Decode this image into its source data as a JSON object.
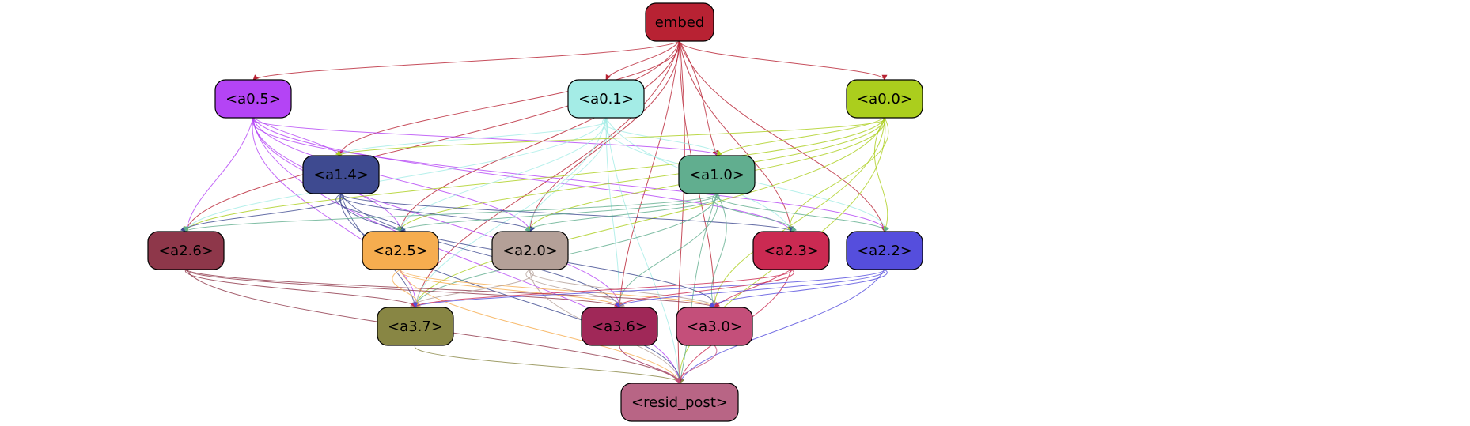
{
  "nodes": [
    {
      "id": "embed",
      "label": "embed",
      "fill": "#b82233",
      "text": "#000000"
    },
    {
      "id": "a0_5",
      "label": "<a0.5>",
      "fill": "#b444f5",
      "text": "#000000"
    },
    {
      "id": "a0_1",
      "label": "<a0.1>",
      "fill": "#a4ece6",
      "text": "#000000"
    },
    {
      "id": "a0_0",
      "label": "<a0.0>",
      "fill": "#abce1d",
      "text": "#000000"
    },
    {
      "id": "a1_4",
      "label": "<a1.4>",
      "fill": "#3e4a90",
      "text": "#000000"
    },
    {
      "id": "a1_0",
      "label": "<a1.0>",
      "fill": "#61ae8f",
      "text": "#000000"
    },
    {
      "id": "a2_6",
      "label": "<a2.6>",
      "fill": "#8e374a",
      "text": "#000000"
    },
    {
      "id": "a2_5",
      "label": "<a2.5>",
      "fill": "#f6ad4f",
      "text": "#000000"
    },
    {
      "id": "a2_0",
      "label": "<a2.0>",
      "fill": "#b4a098",
      "text": "#000000"
    },
    {
      "id": "a2_3",
      "label": "<a2.3>",
      "fill": "#cb2a52",
      "text": "#000000"
    },
    {
      "id": "a2_2",
      "label": "<a2.2>",
      "fill": "#554edd",
      "text": "#000000"
    },
    {
      "id": "a3_7",
      "label": "<a3.7>",
      "fill": "#888644",
      "text": "#000000"
    },
    {
      "id": "a3_6",
      "label": "<a3.6>",
      "fill": "#a02858",
      "text": "#000000"
    },
    {
      "id": "a3_0",
      "label": "<a3.0>",
      "fill": "#c44f7a",
      "text": "#000000"
    },
    {
      "id": "resid_post",
      "label": "<resid_post>",
      "fill": "#b86585",
      "text": "#000000"
    }
  ],
  "edges": [
    {
      "from": "embed",
      "to": "a0_5"
    },
    {
      "from": "embed",
      "to": "a0_1"
    },
    {
      "from": "embed",
      "to": "a0_0"
    },
    {
      "from": "embed",
      "to": "a1_4"
    },
    {
      "from": "embed",
      "to": "a1_0"
    },
    {
      "from": "embed",
      "to": "a2_6"
    },
    {
      "from": "embed",
      "to": "a2_5"
    },
    {
      "from": "embed",
      "to": "a2_0"
    },
    {
      "from": "embed",
      "to": "a2_3"
    },
    {
      "from": "embed",
      "to": "a2_2"
    },
    {
      "from": "embed",
      "to": "a3_7"
    },
    {
      "from": "embed",
      "to": "a3_6"
    },
    {
      "from": "embed",
      "to": "a3_0"
    },
    {
      "from": "embed",
      "to": "resid_post"
    },
    {
      "from": "a0_5",
      "to": "a1_4"
    },
    {
      "from": "a0_5",
      "to": "a1_0"
    },
    {
      "from": "a0_5",
      "to": "a2_6"
    },
    {
      "from": "a0_5",
      "to": "a2_5"
    },
    {
      "from": "a0_5",
      "to": "a2_0"
    },
    {
      "from": "a0_5",
      "to": "a2_3"
    },
    {
      "from": "a0_5",
      "to": "a2_2"
    },
    {
      "from": "a0_5",
      "to": "a3_7"
    },
    {
      "from": "a0_5",
      "to": "a3_6"
    },
    {
      "from": "a0_5",
      "to": "resid_post"
    },
    {
      "from": "a0_1",
      "to": "a1_4"
    },
    {
      "from": "a0_1",
      "to": "a1_0"
    },
    {
      "from": "a0_1",
      "to": "a2_6"
    },
    {
      "from": "a0_1",
      "to": "a2_5"
    },
    {
      "from": "a0_1",
      "to": "a2_0"
    },
    {
      "from": "a0_1",
      "to": "a2_3"
    },
    {
      "from": "a0_1",
      "to": "a2_2"
    },
    {
      "from": "a0_1",
      "to": "a3_7"
    },
    {
      "from": "a0_1",
      "to": "a3_6"
    },
    {
      "from": "a0_1",
      "to": "resid_post"
    },
    {
      "from": "a0_0",
      "to": "a1_4"
    },
    {
      "from": "a0_0",
      "to": "a1_0"
    },
    {
      "from": "a0_0",
      "to": "a2_6"
    },
    {
      "from": "a0_0",
      "to": "a2_5"
    },
    {
      "from": "a0_0",
      "to": "a2_0"
    },
    {
      "from": "a0_0",
      "to": "a2_3"
    },
    {
      "from": "a0_0",
      "to": "a2_2"
    },
    {
      "from": "a0_0",
      "to": "a3_7"
    },
    {
      "from": "a0_0",
      "to": "a3_0"
    },
    {
      "from": "a0_0",
      "to": "resid_post"
    },
    {
      "from": "a1_4",
      "to": "a2_6"
    },
    {
      "from": "a1_4",
      "to": "a2_5"
    },
    {
      "from": "a1_4",
      "to": "a2_0"
    },
    {
      "from": "a1_4",
      "to": "a2_3"
    },
    {
      "from": "a1_4",
      "to": "a3_7"
    },
    {
      "from": "a1_4",
      "to": "a3_6"
    },
    {
      "from": "a1_4",
      "to": "a3_0"
    },
    {
      "from": "a1_4",
      "to": "resid_post"
    },
    {
      "from": "a1_0",
      "to": "a2_6"
    },
    {
      "from": "a1_0",
      "to": "a2_5"
    },
    {
      "from": "a1_0",
      "to": "a2_0"
    },
    {
      "from": "a1_0",
      "to": "a2_3"
    },
    {
      "from": "a1_0",
      "to": "a2_2"
    },
    {
      "from": "a1_0",
      "to": "a3_7"
    },
    {
      "from": "a1_0",
      "to": "a3_6"
    },
    {
      "from": "a1_0",
      "to": "a3_0"
    },
    {
      "from": "a1_0",
      "to": "resid_post"
    },
    {
      "from": "a2_6",
      "to": "a3_7"
    },
    {
      "from": "a2_6",
      "to": "a3_6"
    },
    {
      "from": "a2_6",
      "to": "a3_0"
    },
    {
      "from": "a2_6",
      "to": "resid_post"
    },
    {
      "from": "a2_5",
      "to": "a3_7"
    },
    {
      "from": "a2_5",
      "to": "a3_6"
    },
    {
      "from": "a2_5",
      "to": "a3_0"
    },
    {
      "from": "a2_5",
      "to": "resid_post"
    },
    {
      "from": "a2_0",
      "to": "a3_7"
    },
    {
      "from": "a2_0",
      "to": "a3_6"
    },
    {
      "from": "a2_0",
      "to": "a3_0"
    },
    {
      "from": "a2_0",
      "to": "resid_post"
    },
    {
      "from": "a2_3",
      "to": "a3_7"
    },
    {
      "from": "a2_3",
      "to": "a3_6"
    },
    {
      "from": "a2_3",
      "to": "a3_0"
    },
    {
      "from": "a2_3",
      "to": "resid_post"
    },
    {
      "from": "a2_2",
      "to": "a3_7"
    },
    {
      "from": "a2_2",
      "to": "a3_6"
    },
    {
      "from": "a2_2",
      "to": "a3_0"
    },
    {
      "from": "a2_2",
      "to": "resid_post"
    },
    {
      "from": "a3_7",
      "to": "resid_post"
    },
    {
      "from": "a3_6",
      "to": "resid_post"
    },
    {
      "from": "a3_0",
      "to": "resid_post"
    }
  ]
}
